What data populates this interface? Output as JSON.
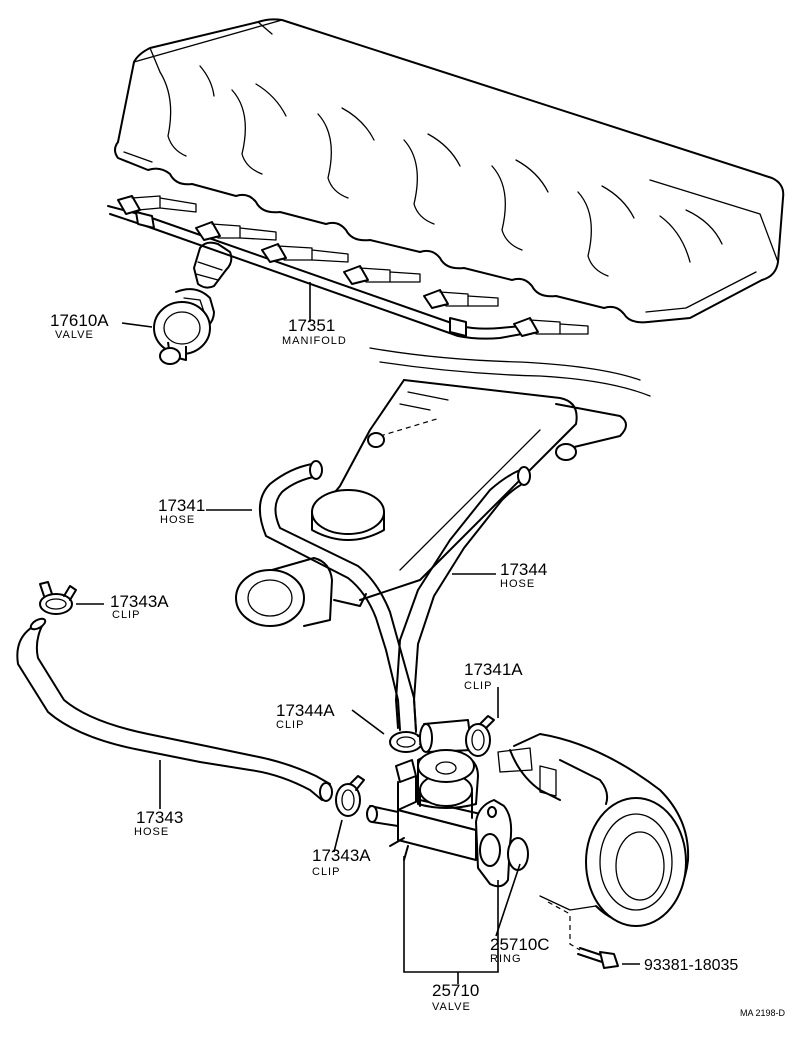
{
  "parts": {
    "valve_17610a": {
      "number": "17610A",
      "name": "VALVE"
    },
    "manifold_17351": {
      "number": "17351",
      "name": "MANIFOLD"
    },
    "hose_17341": {
      "number": "17341",
      "name": "HOSE"
    },
    "hose_17344": {
      "number": "17344",
      "name": "HOSE"
    },
    "clip_17343a_top": {
      "number": "17343A",
      "name": "CLIP"
    },
    "clip_17341a": {
      "number": "17341A",
      "name": "CLIP"
    },
    "clip_17344a": {
      "number": "17344A",
      "name": "CLIP"
    },
    "hose_17343": {
      "number": "17343",
      "name": "HOSE"
    },
    "clip_17343a_bottom": {
      "number": "17343A",
      "name": "CLIP"
    },
    "ring_25710c": {
      "number": "25710C",
      "name": "RING"
    },
    "bolt_93381": {
      "number": "93381-18035"
    },
    "valve_25710": {
      "number": "25710",
      "name": "VALVE"
    }
  },
  "drawing_code": "MA 2198-D"
}
